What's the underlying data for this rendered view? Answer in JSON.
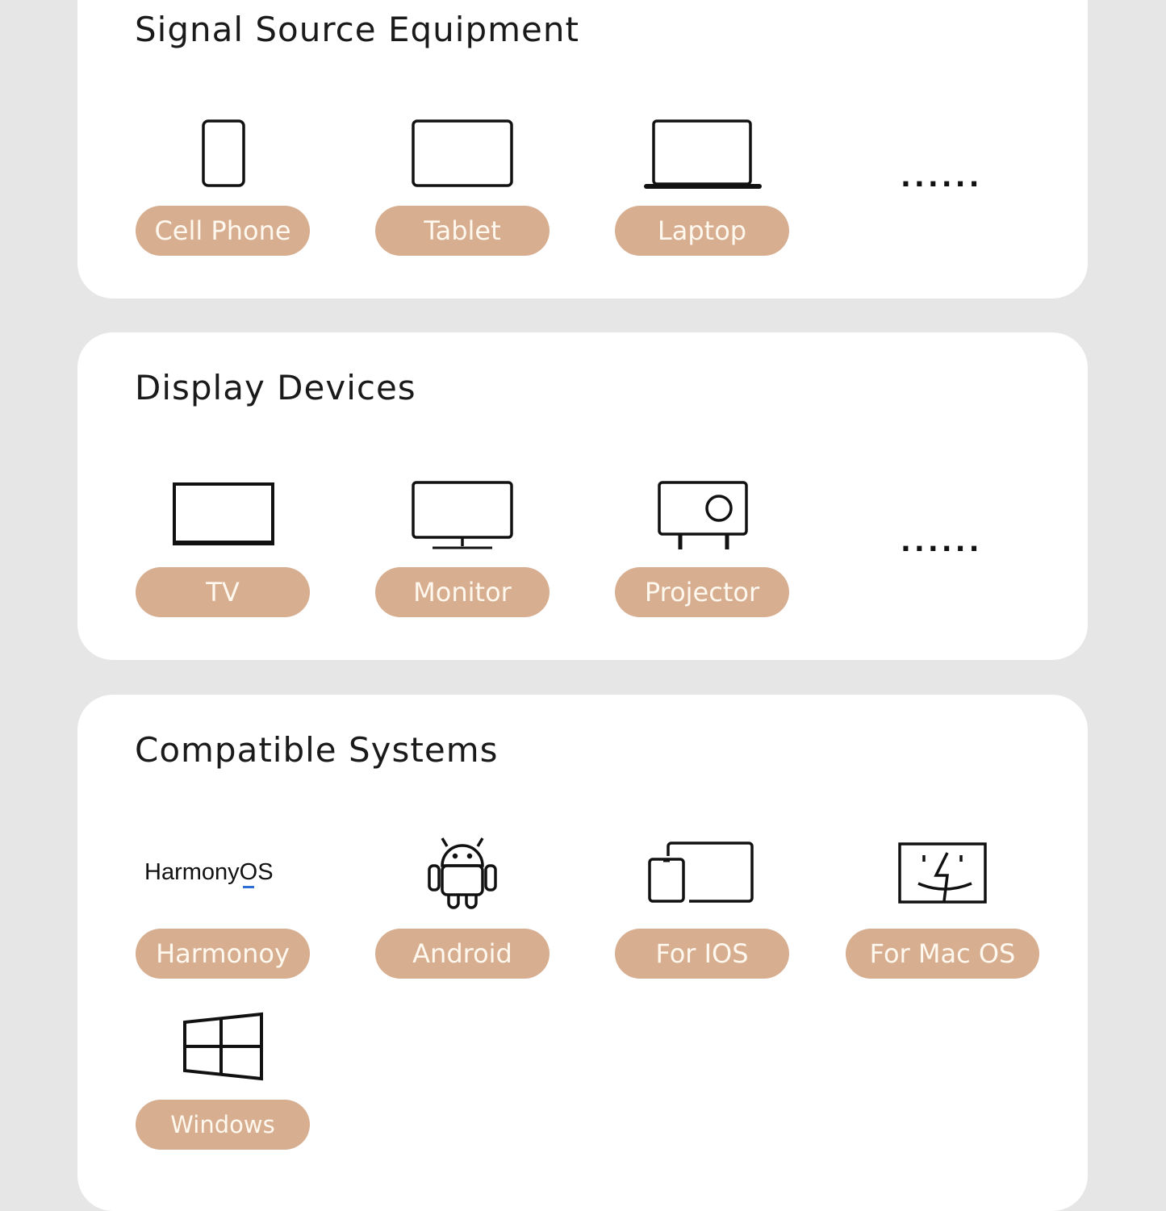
{
  "sections": [
    {
      "title": "Signal Source Equipment",
      "items": [
        {
          "label": "Cell Phone",
          "icon": "phone-icon"
        },
        {
          "label": "Tablet",
          "icon": "tablet-icon"
        },
        {
          "label": "Laptop",
          "icon": "laptop-icon"
        }
      ],
      "more": "......"
    },
    {
      "title": "Display Devices",
      "items": [
        {
          "label": "TV",
          "icon": "tv-icon"
        },
        {
          "label": "Monitor",
          "icon": "monitor-icon"
        },
        {
          "label": "Projector",
          "icon": "projector-icon"
        }
      ],
      "more": "......"
    },
    {
      "title": "Compatible Systems",
      "items": [
        {
          "label": "Harmonoy",
          "icon": "harmonyos-logo"
        },
        {
          "label": "Android",
          "icon": "android-icon"
        },
        {
          "label": "For IOS",
          "icon": "ios-devices-icon"
        },
        {
          "label": "For Mac OS",
          "icon": "mac-finder-icon"
        },
        {
          "label": "Windows",
          "icon": "windows-icon"
        }
      ]
    }
  ],
  "harmony_logo": {
    "text": "Harmony",
    "o": "O",
    "s": "S"
  },
  "colors": {
    "background": "#e6e6e6",
    "pill": "#d7ae90",
    "pill_text": "#fff8ef",
    "logo_underline": "#2d6fd6"
  }
}
